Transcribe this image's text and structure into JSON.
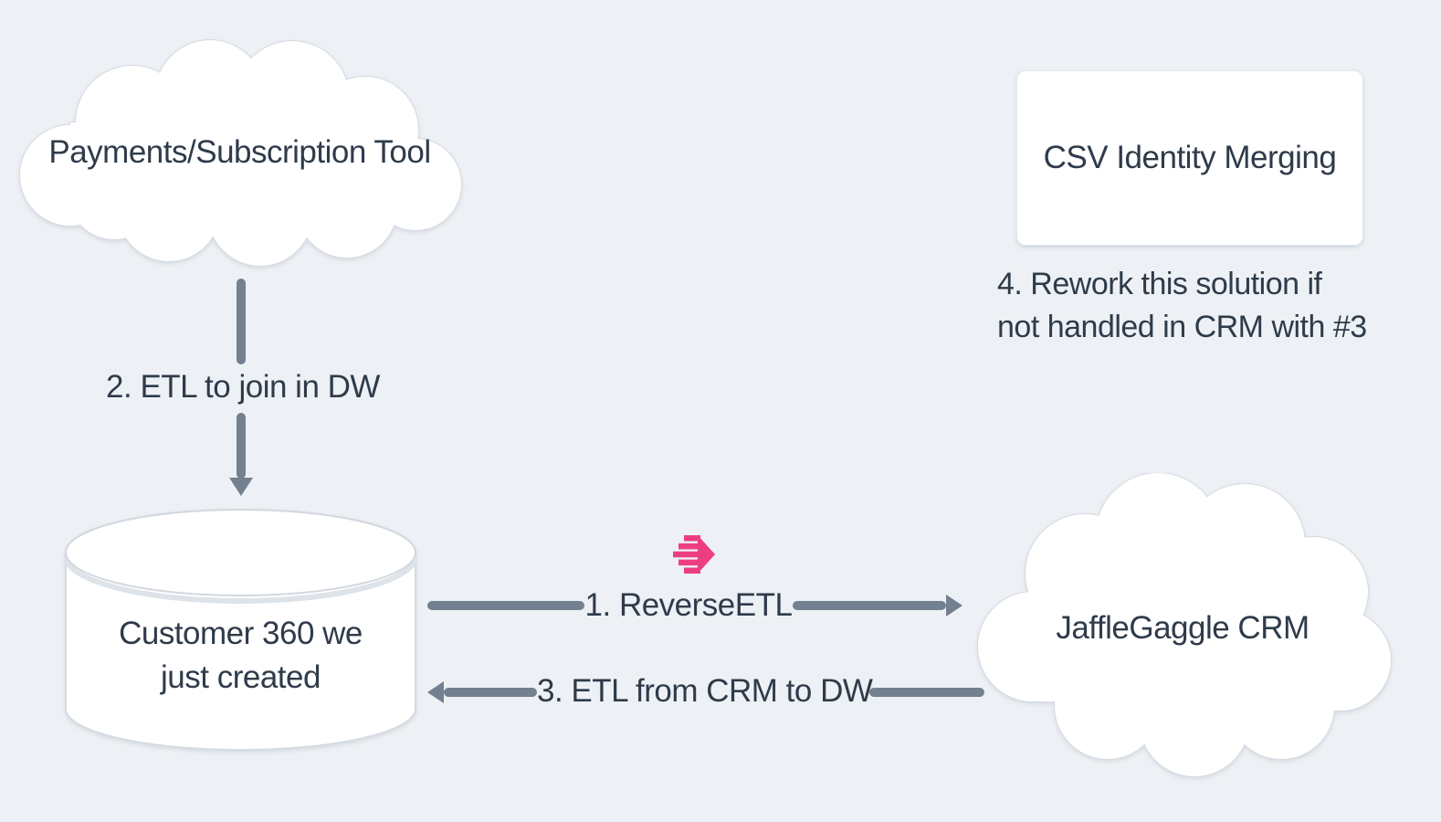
{
  "colors": {
    "background": "#EDF1F5",
    "text": "#2F3B4A",
    "arrow": "#73808F",
    "node_fill": "#FFFFFF",
    "node_border": "#D5DBE1",
    "accent_pink": "#EE3E82"
  },
  "nodes": {
    "payments_cloud": {
      "shape": "cloud",
      "label": "Payments/Subscription Tool"
    },
    "csv_card": {
      "shape": "rectangle",
      "label": "CSV Identity Merging"
    },
    "customer360_db": {
      "shape": "cylinder",
      "label_line1": "Customer 360 we",
      "label_line2": "just created"
    },
    "crm_cloud": {
      "shape": "cloud",
      "label": "JaffleGaggle CRM"
    }
  },
  "edges": {
    "etl_join": {
      "label": "2. ETL to join in DW",
      "direction": "down"
    },
    "reverse_etl": {
      "label": "1. ReverseETL",
      "direction": "right",
      "icon": "hightouch-logo"
    },
    "etl_from_crm": {
      "label": "3. ETL from CRM to DW",
      "direction": "left"
    }
  },
  "notes": {
    "rework": {
      "line1": "4. Rework this solution if",
      "line2": "not handled in CRM with #3"
    }
  }
}
